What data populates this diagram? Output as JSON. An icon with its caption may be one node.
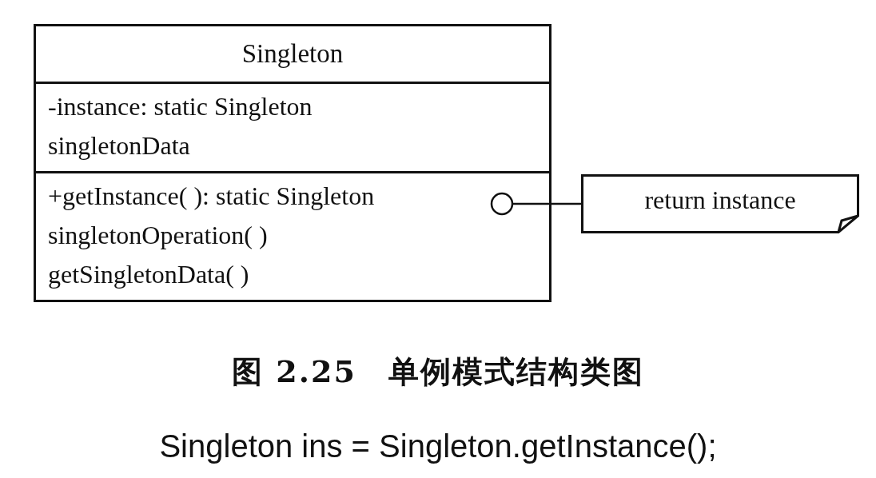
{
  "diagram": {
    "caption": "图 2.25　单例模式结构类图",
    "nodes": [
      {
        "text": [
          "Singleton"
        ]
      },
      {
        "text": [
          "-instance: static Singleton",
          "singletonData"
        ],
        "in": 0
      },
      {
        "text": [
          "+getInstance( ): static Singleton",
          "singletonOperation( )",
          "getSingletonData( )"
        ],
        "in": 0
      },
      {
        "text": [
          "return instance"
        ]
      }
    ],
    "edges": [
      {
        "from": 2,
        "to": 3,
        "arrow": "other"
      }
    ],
    "labels": [
      "Singleton ins = Singleton.getInstance();"
    ]
  }
}
